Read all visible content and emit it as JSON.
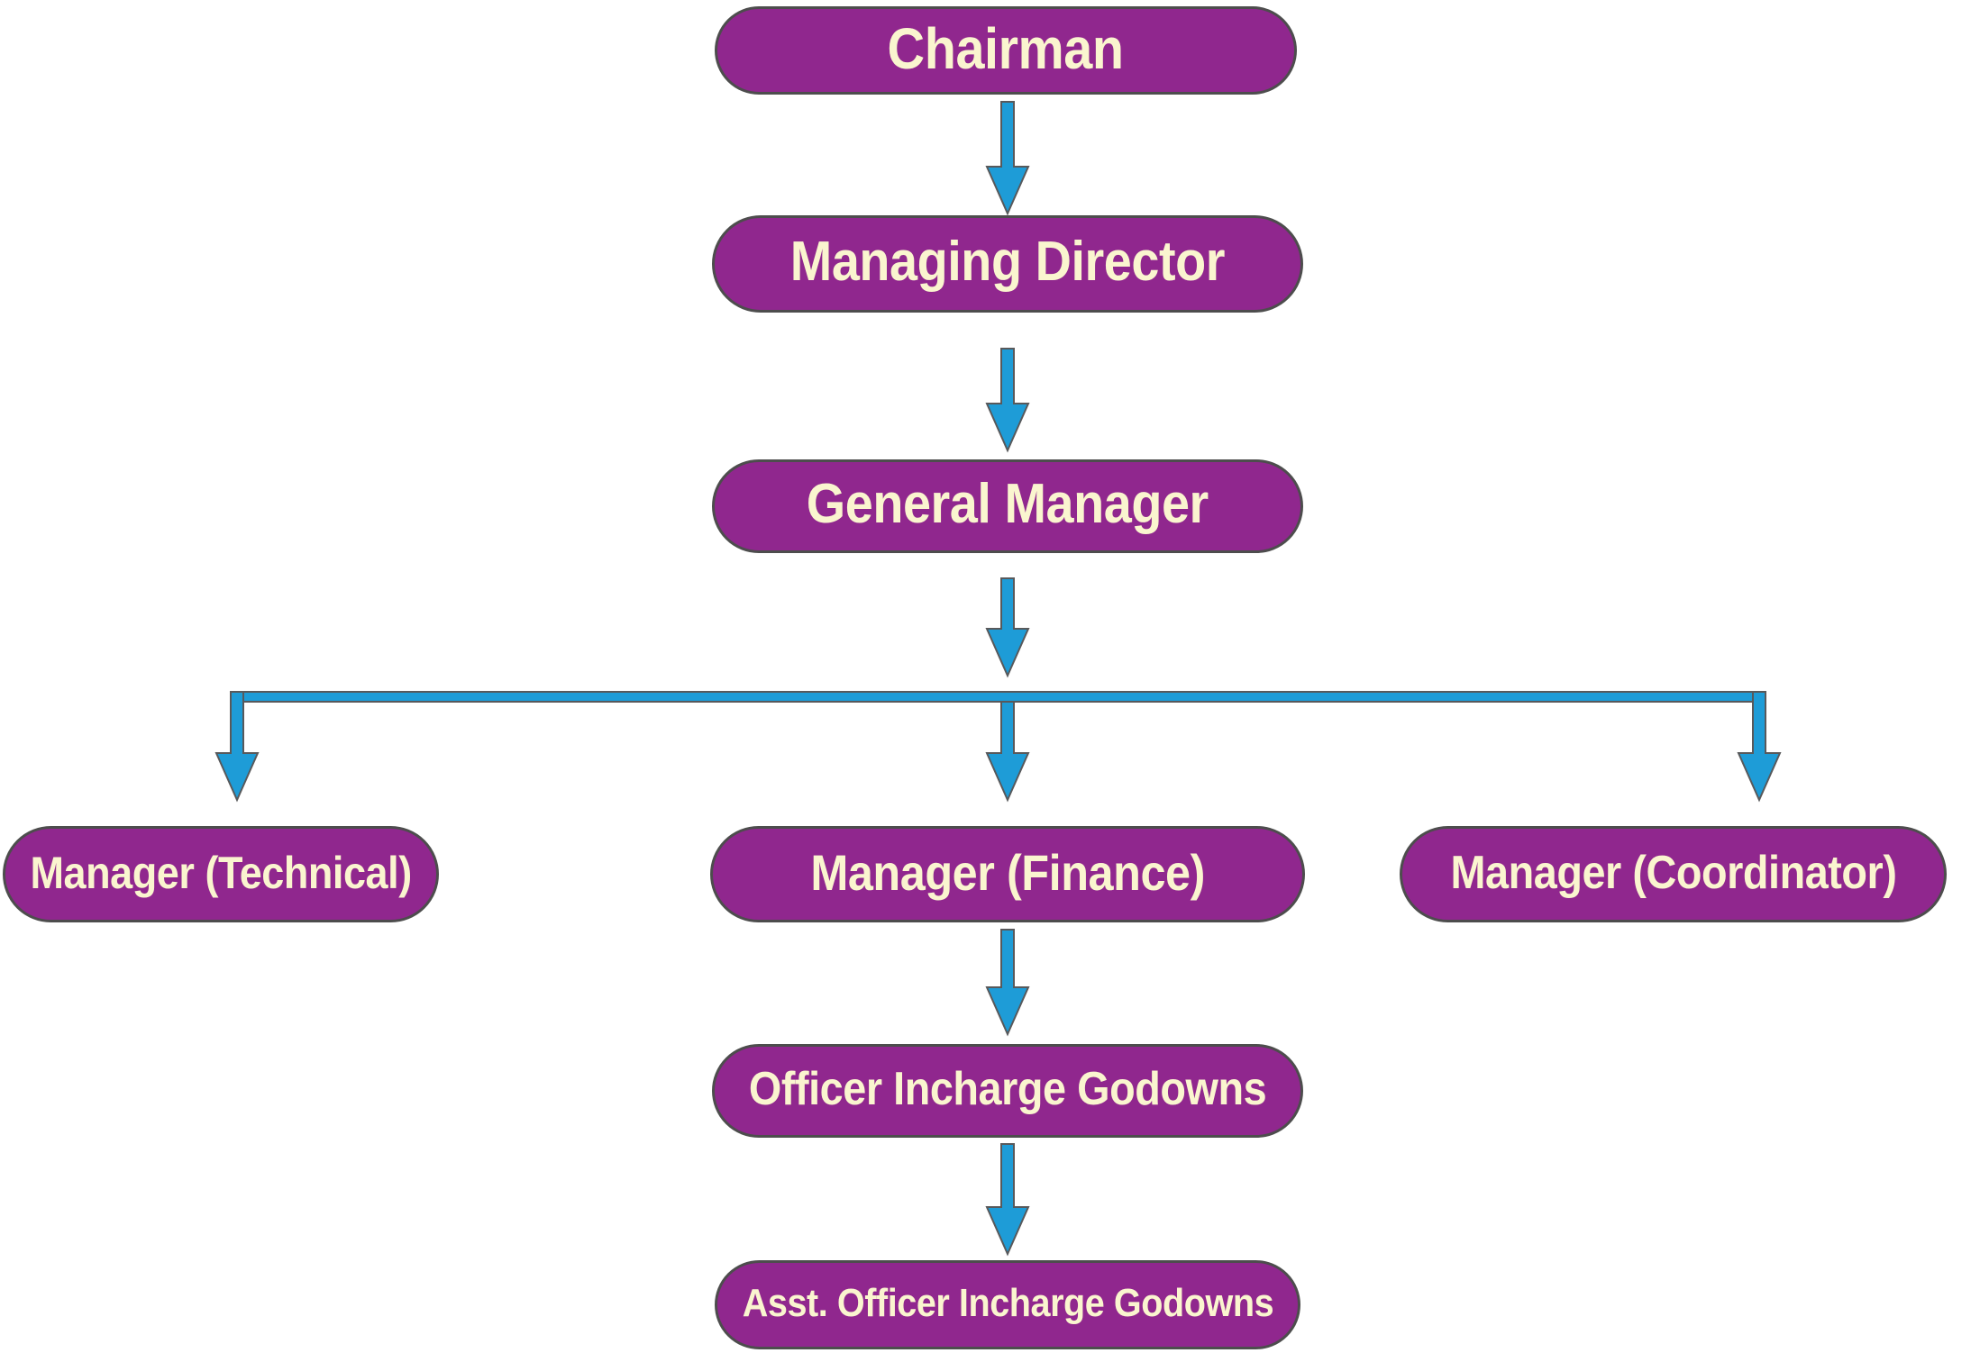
{
  "diagram": {
    "type": "org-chart",
    "nodes": {
      "chairman": {
        "label": "Chairman"
      },
      "managing_director": {
        "label": "Managing Director"
      },
      "general_manager": {
        "label": "General Manager"
      },
      "manager_technical": {
        "label": "Manager (Technical)"
      },
      "manager_finance": {
        "label": "Manager (Finance)"
      },
      "manager_coordinator": {
        "label": "Manager (Coordinator)"
      },
      "officer_incharge": {
        "label": "Officer Incharge Godowns"
      },
      "asst_officer": {
        "label": "Asst. Officer Incharge Godowns"
      }
    },
    "edges": [
      {
        "from": "Chairman",
        "to": "Managing Director"
      },
      {
        "from": "Managing Director",
        "to": "General Manager"
      },
      {
        "from": "General Manager",
        "to": "Manager (Technical)"
      },
      {
        "from": "General Manager",
        "to": "Manager (Finance)"
      },
      {
        "from": "General Manager",
        "to": "Manager (Coordinator)"
      },
      {
        "from": "Manager (Finance)",
        "to": "Officer Incharge Godowns"
      },
      {
        "from": "Officer Incharge Godowns",
        "to": "Asst. Officer Incharge Godowns"
      }
    ],
    "colors": {
      "background": "#ffffff",
      "node_fill": "#90278e",
      "node_border": "#4d4d4d",
      "node_text": "#faf5cf",
      "connector": "#1e9cd7",
      "connector_border": "#58595b"
    }
  }
}
